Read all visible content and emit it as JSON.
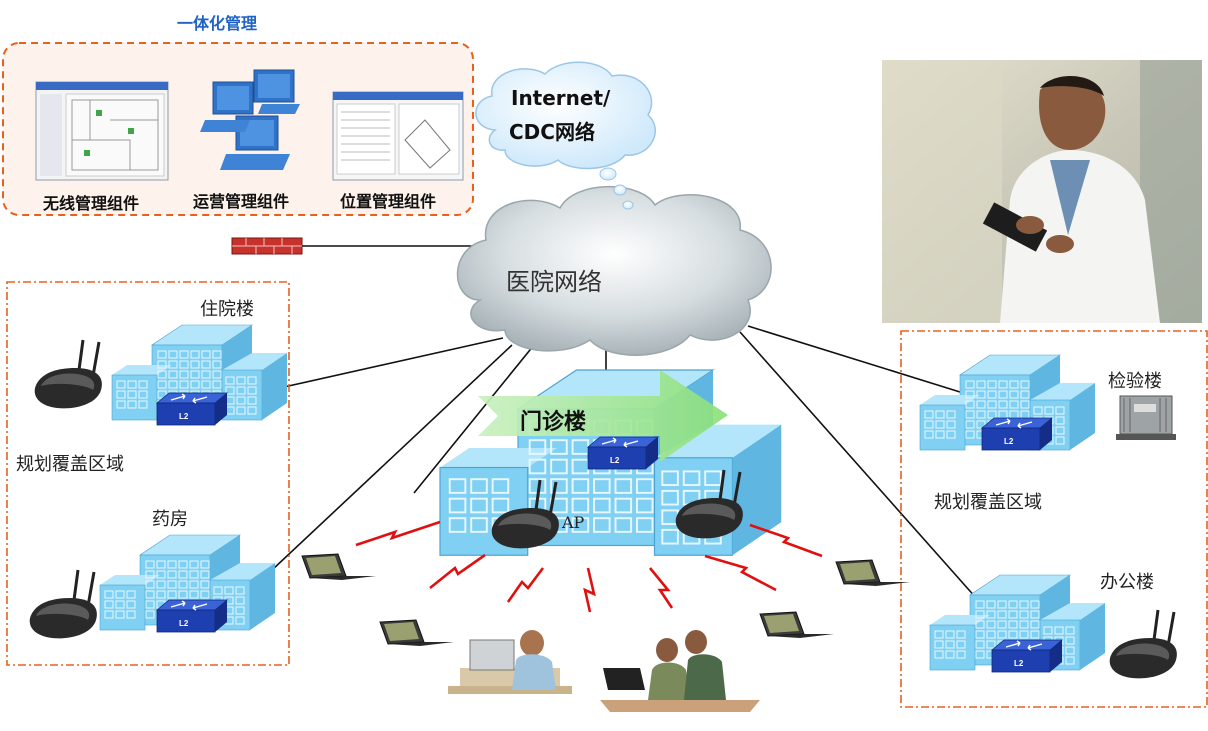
{
  "mgmt": {
    "title": "一体化管理",
    "components": [
      "无线管理组件",
      "运营管理组件",
      "位置管理组件"
    ]
  },
  "cloud_internet": {
    "line1": "Internet/",
    "line2": "CDC网络"
  },
  "hospital_network": "医院网络",
  "buildings": {
    "inpatient": "住院楼",
    "pharmacy": "药房",
    "outpatient": "门诊楼",
    "lab": "检验楼",
    "office": "办公楼"
  },
  "coverage_left": "规划覆盖区域",
  "coverage_right": "规划覆盖区域",
  "ap_label": "AP",
  "switch_label": "L2",
  "colors": {
    "accent_blue": "#1f63c6",
    "dash_orange": "#e8601c",
    "building": "#7fd0f2",
    "bolt": "#e01010"
  }
}
